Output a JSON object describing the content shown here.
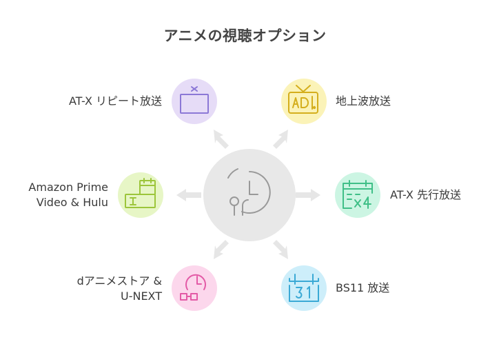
{
  "title": "アニメの視聴オプション",
  "center": {
    "icon": "clock-pin-icon",
    "fill": "#e8e8e8"
  },
  "options": [
    {
      "id": "atx-repeat",
      "lines": [
        "AT-X リピート放送"
      ],
      "icon": "tv-icon",
      "color": "#e6dcf7",
      "stroke": "#8b78d6"
    },
    {
      "id": "terrestrial",
      "lines": [
        "地上波放送"
      ],
      "icon": "ad-tv-icon",
      "color": "#fbf3b8",
      "stroke": "#d4ae1c"
    },
    {
      "id": "amazon-hulu",
      "lines": [
        "Amazon Prime",
        "Video & Hulu"
      ],
      "icon": "calendar-video-icon",
      "color": "#e7f6c6",
      "stroke": "#9cc53a"
    },
    {
      "id": "atx-advance",
      "lines": [
        "AT-X 先行放送"
      ],
      "icon": "calendar-x4-icon",
      "color": "#ccf5e3",
      "stroke": "#3fbf87"
    },
    {
      "id": "danime-unext",
      "lines": [
        "dアニメストア &",
        "U-NEXT"
      ],
      "icon": "clock-glasses-icon",
      "color": "#fcd7ec",
      "stroke": "#e35aa6"
    },
    {
      "id": "bs11",
      "lines": [
        "BS11 放送"
      ],
      "icon": "calendar-31-icon",
      "color": "#cdeefa",
      "stroke": "#3aa9d5"
    }
  ]
}
